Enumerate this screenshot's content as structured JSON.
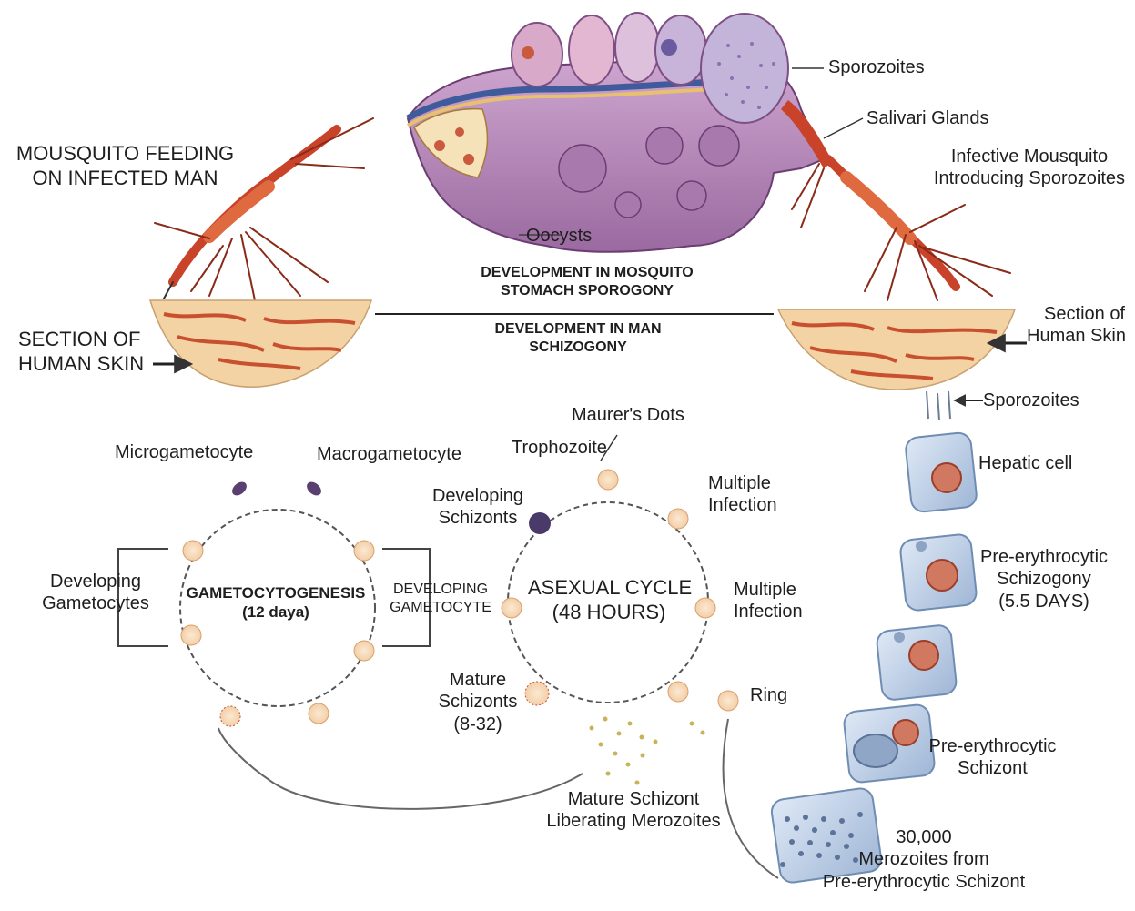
{
  "labels": {
    "sporozoites_top": "Sporozoites",
    "salivary_glands": "Salivari Glands",
    "infective_mosquito": [
      "Infective Mousquito",
      "Introducing Sporozoites"
    ],
    "mosquito_feeding": [
      "MOUSQUITO FEEDING",
      "ON INFECTED MAN"
    ],
    "oocysts": "Oocysts",
    "development_mosquito": [
      "DEVELOPMENT IN MOSQUITO",
      "STOMACH SPOROGONY"
    ],
    "development_man": [
      "DEVELOPMENT IN MAN",
      "SCHIZOGONY"
    ],
    "section_skin_left": [
      "SECTION OF",
      "HUMAN SKIN"
    ],
    "section_skin_right": [
      "Section of",
      "Human Skin"
    ],
    "sporozoites_right": "Sporozoites",
    "hepatic_cell": "Hepatic cell",
    "pre_erythrocytic_schizogony": [
      "Pre-erythrocytic",
      "Schizogony",
      "(5.5 DAYS)"
    ],
    "pre_erythrocytic_schizont": [
      "Pre-erythrocytic",
      "Schizont"
    ],
    "merozoites": [
      "30,000",
      "Merozoites from",
      "Pre-erythrocytic Schizont"
    ],
    "maurers_dots": "Maurer's Dots",
    "trophozoite": "Trophozoite",
    "developing_schizonts": [
      "Developing",
      "Schizonts"
    ],
    "multiple_infection_1": [
      "Multiple",
      "Infection"
    ],
    "multiple_infection_2": [
      "Multiple",
      "Infection"
    ],
    "asexual_cycle": [
      "ASEXUAL CYCLE",
      "(48 HOURS)"
    ],
    "ring": "Ring",
    "mature_schizonts": [
      "Mature",
      "Schizonts",
      "(8-32)"
    ],
    "mature_schizont_liberating": [
      "Mature Schizont",
      "Liberating Merozoites"
    ],
    "microgametocyte": "Microgametocyte",
    "macrogametocyte": "Macrogametocyte",
    "developing_gametocytes": [
      "Developing",
      "Gametocytes"
    ],
    "gametocytogenesis": [
      "GAMETOCYTOGENESIS",
      "(12 daya)"
    ],
    "developing_gametocyte_caps": [
      "DEVELOPING",
      "GAMETOCYTE"
    ]
  },
  "colors": {
    "skin": "#f3d2a4",
    "skin_vessels": "#c9502f",
    "stomach": "#b78cb8",
    "stomach_dark": "#7d4f85",
    "mosquito": "#c8432a",
    "cell_fill": "#c8d8ec",
    "cell_edge": "#6f8db2",
    "nucleus": "#c0553e",
    "cycle_line": "#555555"
  }
}
